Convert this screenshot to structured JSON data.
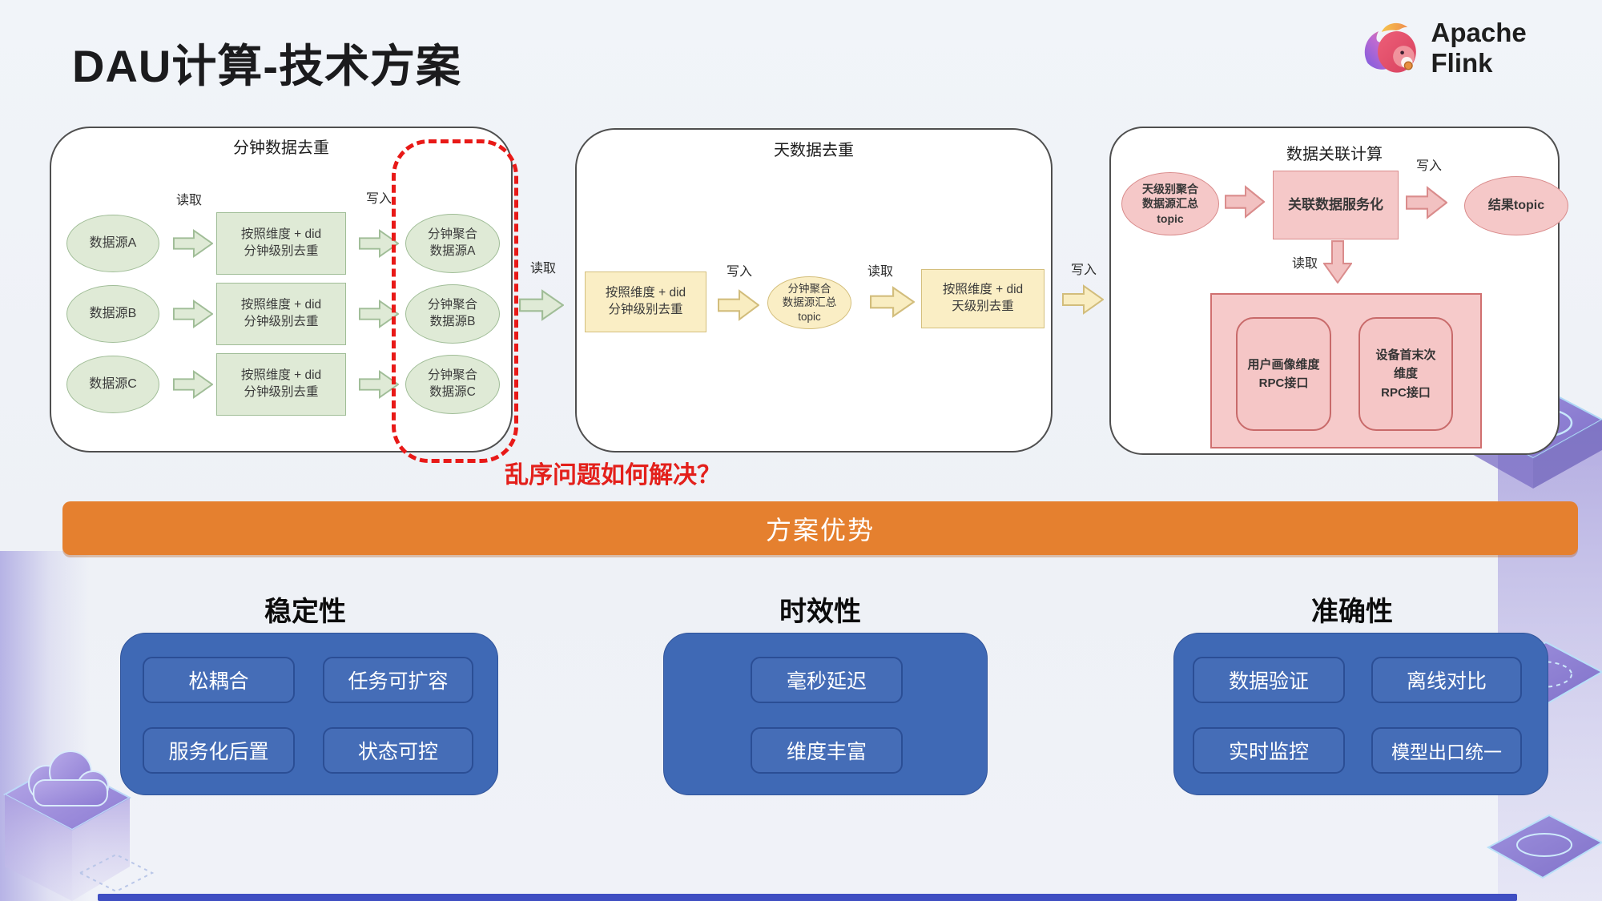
{
  "header": {
    "title": "DAU计算-技术方案",
    "logo_text": "Apache Flink"
  },
  "flow": {
    "minute_panel": {
      "title": "分钟数据去重",
      "read_label": "读取",
      "write_label": "写入",
      "rows": [
        {
          "source": "数据源A",
          "process_line1": "按照维度 + did",
          "process_line2": "分钟级别去重",
          "output_line1": "分钟聚合",
          "output_line2": "数据源A"
        },
        {
          "source": "数据源B",
          "process_line1": "按照维度 + did",
          "process_line2": "分钟级别去重",
          "output_line1": "分钟聚合",
          "output_line2": "数据源B"
        },
        {
          "source": "数据源C",
          "process_line1": "按照维度 + did",
          "process_line2": "分钟级别去重",
          "output_line1": "分钟聚合",
          "output_line2": "数据源C"
        }
      ]
    },
    "minute_to_day_label": "读取",
    "day_panel": {
      "title": "天数据去重",
      "minute_dedup_line1": "按照维度 + did",
      "minute_dedup_line2": "分钟级别去重",
      "write_label": "写入",
      "topic_line1": "分钟聚合",
      "topic_line2": "数据源汇总",
      "topic_line3": "topic",
      "read_label": "读取",
      "day_dedup_line1": "按照维度 + did",
      "day_dedup_line2": "天级别去重"
    },
    "day_to_join_label": "写入",
    "join_panel": {
      "title": "数据关联计算",
      "input_topic_line1": "天级别聚合",
      "input_topic_line2": "数据源汇总",
      "input_topic_line3": "topic",
      "service_label": "关联数据服务化",
      "write_label": "写入",
      "result_topic": "结果topic",
      "read_label": "读取",
      "rpc_box1_line1": "用户画像维度",
      "rpc_box1_line2": "RPC接口",
      "rpc_box2_line1": "设备首末次",
      "rpc_box2_line2": "维度",
      "rpc_box2_line3": "RPC接口"
    },
    "question": "乱序问题如何解决？"
  },
  "advantages": {
    "banner": "方案优势",
    "groups": [
      {
        "heading": "稳定性",
        "items": [
          "松耦合",
          "任务可扩容",
          "服务化后置",
          "状态可控"
        ]
      },
      {
        "heading": "时效性",
        "items": [
          "毫秒延迟",
          "维度丰富"
        ]
      },
      {
        "heading": "准确性",
        "items": [
          "数据验证",
          "离线对比",
          "实时监控",
          "模型出口统一"
        ]
      }
    ]
  },
  "colors": {
    "banner_orange": "#E5802F",
    "advantage_blue": "#3F69B5",
    "alert_red": "#E81917",
    "flow_green": "#DFEAD6",
    "flow_yellow": "#FAEEC5",
    "flow_pink": "#F5C8C8"
  }
}
